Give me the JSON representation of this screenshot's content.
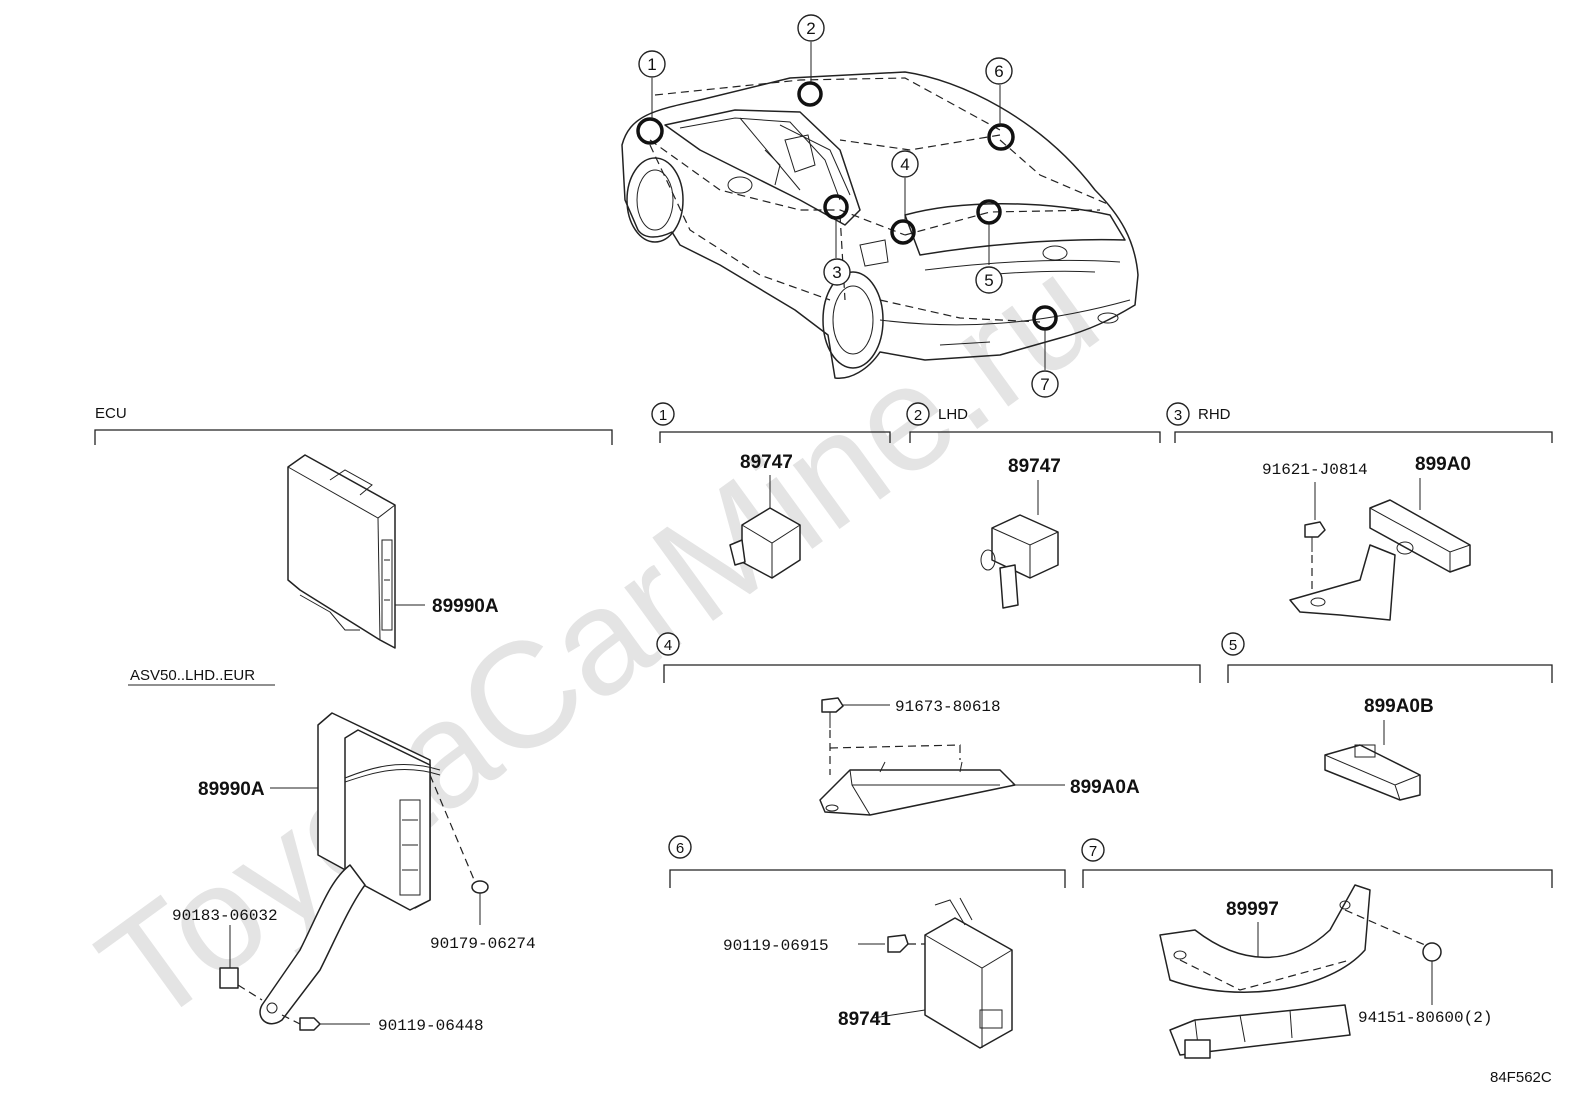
{
  "watermark": "ToyotaCarMine.ru",
  "figure_code": "84F562C",
  "callouts": [
    "1",
    "2",
    "3",
    "4",
    "5",
    "6",
    "7"
  ],
  "sections": {
    "ecu": {
      "label": "ECU",
      "part": "89990A",
      "variant_label": "ASV50..LHD..EUR"
    },
    "ecu_variant": {
      "part_main": "89990A",
      "part_nut": "90183-06032",
      "part_clip": "90179-06274",
      "part_bolt": "90119-06448"
    },
    "s1": {
      "num": "1",
      "part": "89747"
    },
    "s2": {
      "num": "2",
      "label": "LHD",
      "part": "89747"
    },
    "s3": {
      "num": "3",
      "label": "RHD",
      "part_bolt": "91621-J0814",
      "part": "899A0"
    },
    "s4": {
      "num": "4",
      "part_bolt": "91673-80618",
      "part": "899A0A"
    },
    "s5": {
      "num": "5",
      "part": "899A0B"
    },
    "s6": {
      "num": "6",
      "part_bolt": "90119-06915",
      "part": "89741"
    },
    "s7": {
      "num": "7",
      "part": "89997",
      "part_clip": "94151-80600(2)"
    }
  }
}
